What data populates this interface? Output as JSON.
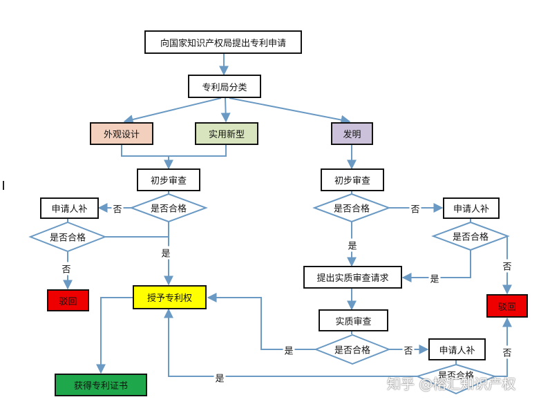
{
  "colors": {
    "arrow": "#6a9ac4",
    "box_border": "#111111",
    "design": "#f2d0bd",
    "utility": "#d8e4bd",
    "invention": "#ccc1db",
    "grant": "#ffff00",
    "reject": "#ee0000",
    "certificate": "#1fa84b"
  },
  "nodes": {
    "apply": "向国家知识产权局提出专利申请",
    "classify": "专利局分类",
    "design": "外观设计",
    "utility": "实用新型",
    "invention": "发明",
    "prelim_left": "初步审查",
    "prelim_right": "初步审查",
    "qualified_left": "是否合格",
    "supplement_left": "申请人补",
    "requalified_left": "是否合格",
    "reject_left": "驳回",
    "grant": "授予专利权",
    "certificate": "获得专利证书",
    "qualified_right": "是否合格",
    "supplement_right": "申请人补",
    "requalified_right": "是否合格",
    "reject_right": "驳回",
    "request_exam": "提出实质审查请求",
    "substantive": "实质审查",
    "qualified_sub": "是否合格",
    "supplement_sub": "申请人补",
    "requalified_sub": "是否合格"
  },
  "edge_labels": {
    "no_left": "否",
    "yes_left": "是",
    "no_left2": "否",
    "no_right": "否",
    "yes_right": "是",
    "yes_right2": "是",
    "no_right2": "否",
    "yes_sub": "是",
    "no_sub": "否",
    "yes_bottom": "是",
    "no_bottom": "否"
  },
  "watermark": "知乎 @榕汇知识产权"
}
